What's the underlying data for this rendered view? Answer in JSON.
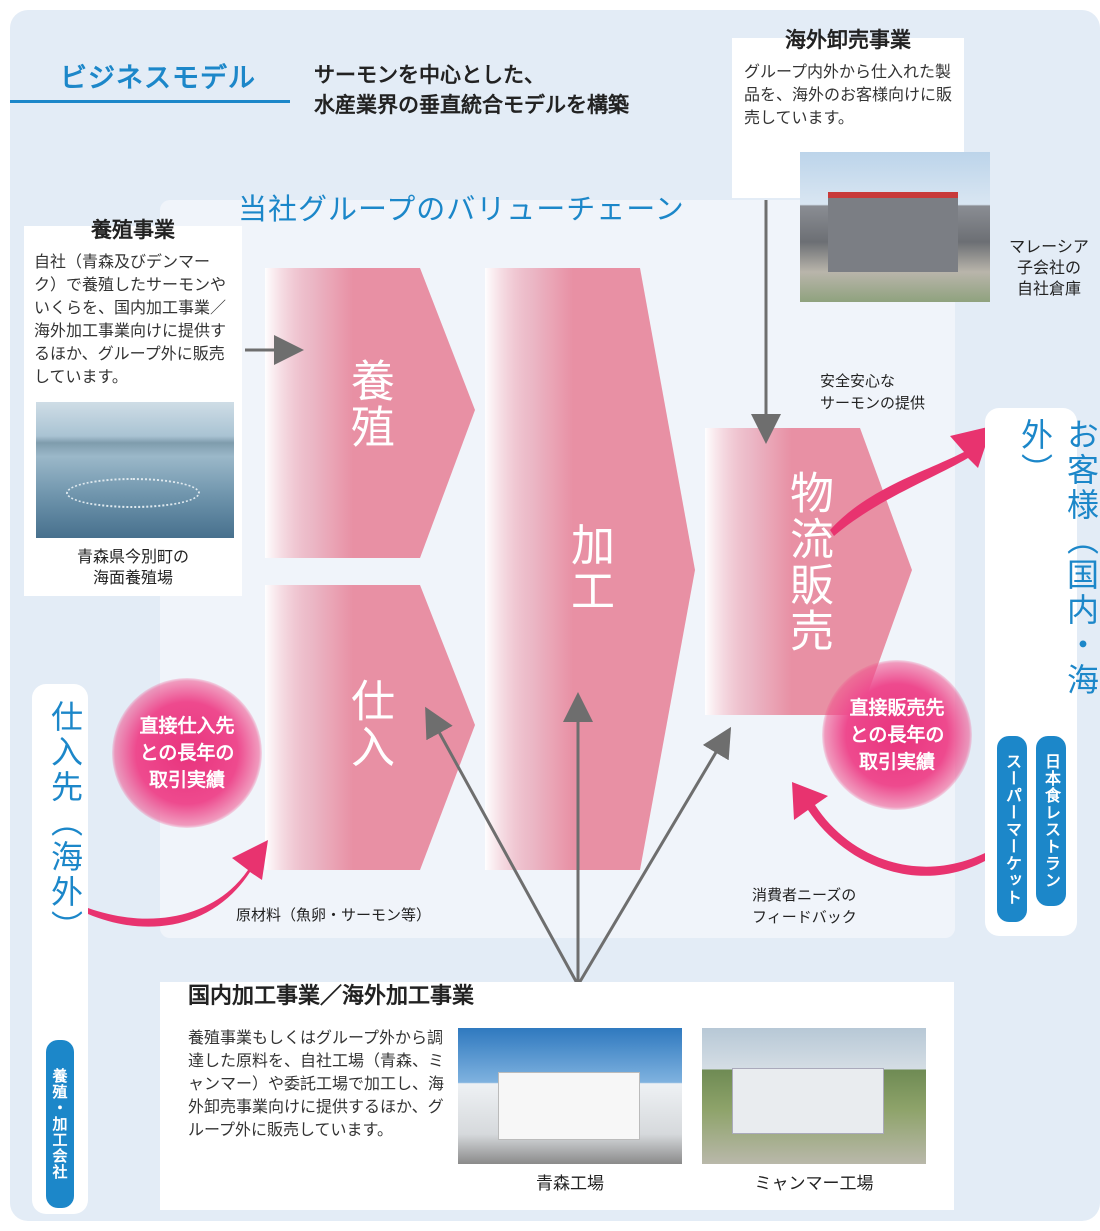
{
  "title": "ビジネスモデル",
  "subtitle_line1": "サーモンを中心とした、",
  "subtitle_line2": "水産業界の垂直統合モデルを構築",
  "value_chain_title": "当社グループのバリューチェーン",
  "aquaculture": {
    "heading": "養殖事業",
    "text": "自社（青森及びデンマーク）で養殖したサーモンやいくらを、国内加工事業／海外加工事業向けに提供するほか、グループ外に販売しています。",
    "photo_caption_line1": "青森県今別町の",
    "photo_caption_line2": "海面養殖場"
  },
  "wholesale": {
    "heading": "海外卸売事業",
    "text": "グループ内外から仕入れた製品を、海外のお客様向けに販売しています。",
    "photo_caption_line1": "マレーシア",
    "photo_caption_line2": "子会社の",
    "photo_caption_line3": "自社倉庫"
  },
  "processing": {
    "heading": "国内加工事業／海外加工事業",
    "text": "養殖事業もしくはグループ外から調達した原料を、自社工場（青森、ミャンマー）や委託工場で加工し、海外卸売事業向けに提供するほか、グループ外に販売しています。",
    "photo1_caption": "青森工場",
    "photo2_caption": "ミャンマー工場"
  },
  "chevrons": {
    "aquaculture": "養殖",
    "purchase": "仕入",
    "processing": "加工",
    "logistics": "物流販売"
  },
  "labels": {
    "safe_line1": "安全安心な",
    "safe_line2": "サーモンの提供",
    "raw_materials": "原材料（魚卵・サーモン等）",
    "feedback_line1": "消費者ニーズの",
    "feedback_line2": "フィードバック"
  },
  "bubbles": {
    "supplier_line1": "直接仕入先",
    "supplier_line2": "との長年の",
    "supplier_line3": "取引実績",
    "customer_line1": "直接販売先",
    "customer_line2": "との長年の",
    "customer_line3": "取引実績"
  },
  "suppliers": {
    "title": "仕入先（海外）",
    "tag": "養殖・加工会社"
  },
  "customers": {
    "title": "お客様（国内・海外）",
    "tag1": "スーパーマーケット",
    "tag2": "日本食レストラン"
  },
  "colors": {
    "accent_blue": "#1c87c9",
    "chevron_pink": "#e890a4",
    "arrow_pink": "#e8336f",
    "arrow_gray": "#6e6e6e"
  }
}
